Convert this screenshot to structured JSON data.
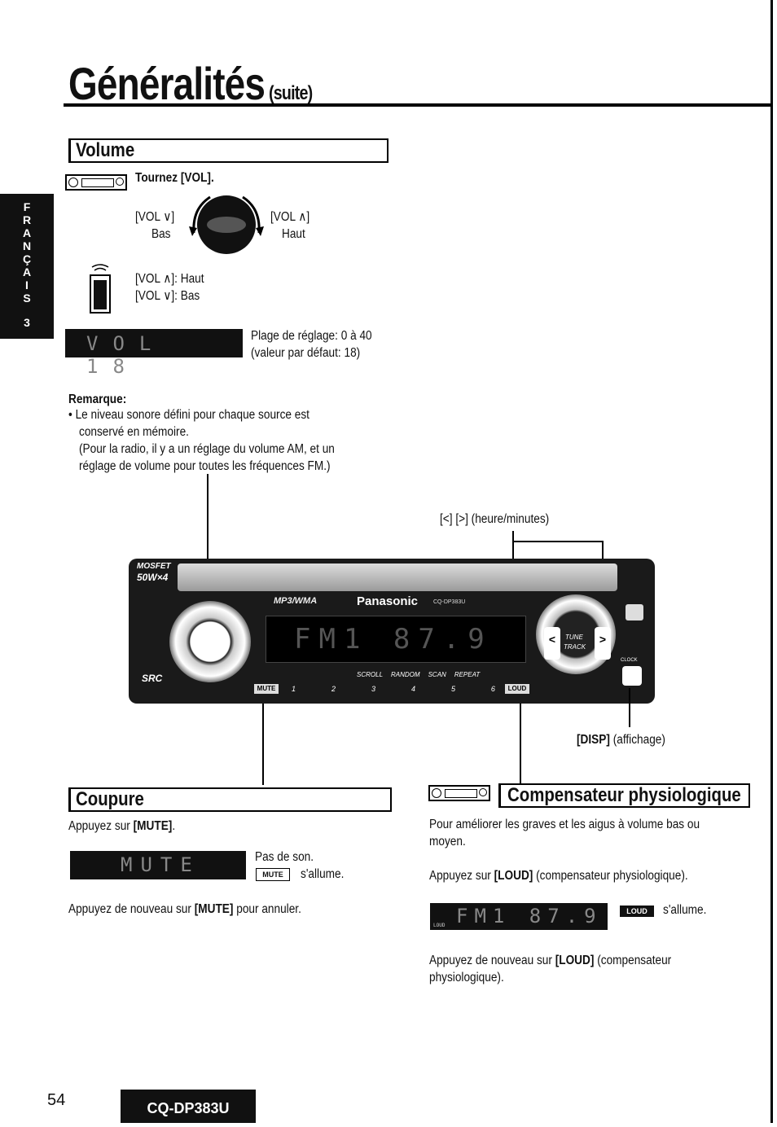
{
  "header": {
    "title": "Généralités",
    "suffix": "(suite)"
  },
  "side_tab": {
    "letters": [
      "F",
      "R",
      "A",
      "N",
      "Ç",
      "A",
      "I",
      "S"
    ],
    "number": "3"
  },
  "volume": {
    "title": "Volume",
    "instruction": "Tournez [VOL].",
    "vol_down": "[VOL ∨]",
    "vol_down_label": "Bas",
    "vol_up": "[VOL ∧]",
    "vol_up_label": "Haut",
    "remote_up": "[VOL ∧]: Haut",
    "remote_down": "[VOL ∨]: Bas",
    "lcd_text": "VOL 18",
    "range_line1": "Plage de réglage: 0 à 40",
    "range_line2": "(valeur par défaut: 18)",
    "remark_title": "Remarque:",
    "remark_lines": [
      "• Le  niveau  sonore  défini  pour  chaque  source  est",
      "conservé en mémoire.",
      "(Pour la radio, il y a un réglage du volume AM, et un",
      "réglage de volume pour toutes les fréquences FM.)"
    ]
  },
  "device": {
    "clock_label": "[<] [>] (heure/minutes)",
    "disp_label_bold": "[DISP]",
    "disp_label_rest": " (affichage)",
    "brand": "Panasonic",
    "model_small": "CQ-DP383U",
    "format": "MP3/WMA",
    "lcd_text": "FM1  87.9",
    "power": "MOSFET",
    "power2": "50W×4",
    "mute_btn": "MUTE",
    "loud_btn": "LOUD",
    "tune": "TUNE",
    "track": "TRACK",
    "clock": "CLOCK",
    "src": "SRC",
    "presets": [
      "1",
      "2",
      "3",
      "4",
      "5",
      "6"
    ],
    "mode_labels": [
      "SCROLL",
      "RANDOM",
      "SCAN",
      "REPEAT"
    ]
  },
  "coupure": {
    "title": "Coupure",
    "instruction_pre": "Appuyez sur ",
    "instruction_bold": "[MUTE]",
    "instruction_post": ".",
    "lcd_text": "MUTE",
    "no_sound": "Pas de son.",
    "badge": "MUTE",
    "lights": "s'allume.",
    "cancel_pre": "Appuyez de nouveau sur ",
    "cancel_bold": "[MUTE]",
    "cancel_post": " pour annuler."
  },
  "loudness": {
    "title": "Compensateur physiologique",
    "desc_line1": "Pour  améliorer  les  graves  et  les  aigus  à  volume  bas  ou",
    "desc_line2": "moyen.",
    "instr_pre": "Appuyez sur ",
    "instr_bold": "[LOUD]",
    "instr_post": " (compensateur physiologique).",
    "lcd_text": "FM1  87.9",
    "lcd_small": "LOUD",
    "badge": "LOUD",
    "lights": "s'allume.",
    "again_line1_pre": "Appuyez    de    nouveau    sur    ",
    "again_line1_bold": "[LOUD]",
    "again_line1_post": "    (compensateur",
    "again_line2": "physiologique)."
  },
  "footer": {
    "page": "54",
    "model": "CQ-DP383U"
  }
}
